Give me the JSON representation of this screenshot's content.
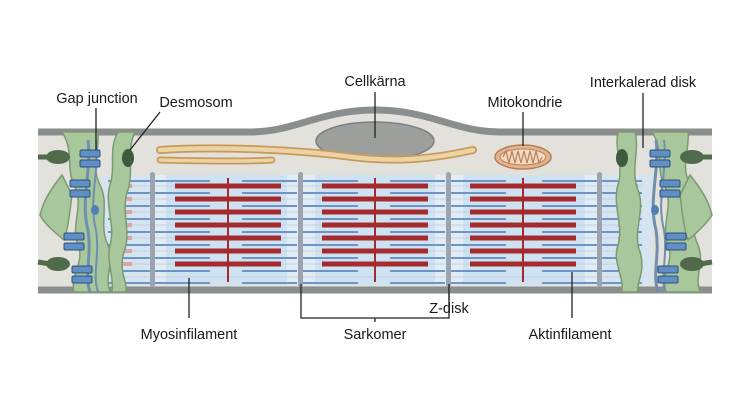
{
  "labels": {
    "gap_junction": "Gap junction",
    "desmosom": "Desmosom",
    "cellkarna": "Cellkärna",
    "mitokondrie": "Mitokondrie",
    "interkalerad_disk": "Interkalerad disk",
    "myosinfilament": "Myosinfilament",
    "sarkomer": "Sarkomer",
    "z_disk": "Z-disk",
    "aktinfilament": "Aktinfilament"
  },
  "colors": {
    "membrane": "#8a8e8c",
    "cytoplasm": "#e2e1dc",
    "nucleus": "#9d9f9c",
    "myofibril_bg": "#cfe2f1",
    "myosin": "#a52a2e",
    "actin": "#6d94c4",
    "z_disk": "#9aa4ae",
    "disc_green": "#a9c79d",
    "disc_dark_green": "#4f6b4c",
    "gap_junction_blue": "#5f8fc4",
    "mitochondrion": "#e1b58f",
    "er_tan": "#d8b37a",
    "leader": "#222222"
  }
}
